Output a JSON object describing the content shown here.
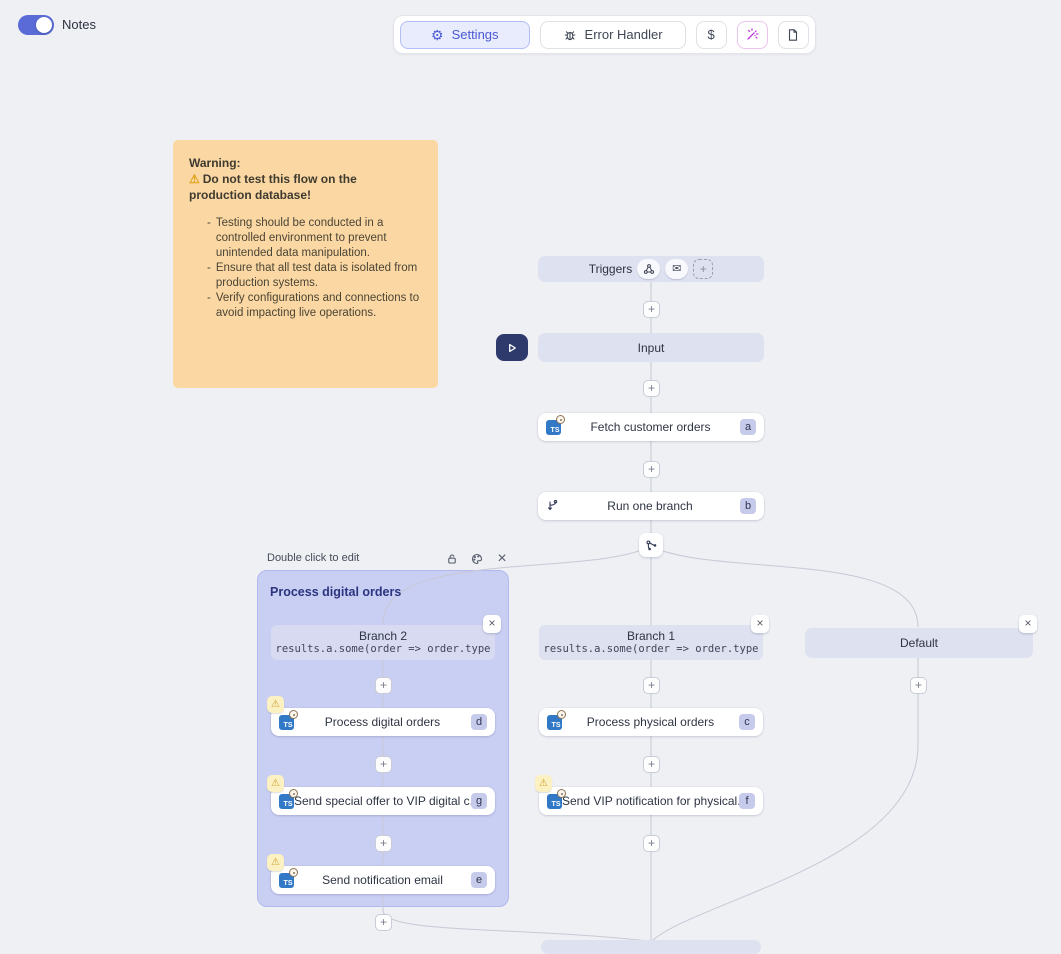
{
  "colors": {
    "accent_indigo": "#4a59d4",
    "toggle_on": "#5a6bd8",
    "node_lavender": "#dee1f0",
    "group_purple": "#c9cef3",
    "warning_bg": "#fbd8a3",
    "ts_blue": "#3178c6",
    "wand_purple": "#bd39d8",
    "wire_gray": "#c7c9d5"
  },
  "icons": {
    "plus": "+",
    "close": "×",
    "warning": "⚠",
    "gear": "⚙",
    "dollar": "$",
    "envelope": "✉",
    "ts_logo": "TS",
    "list_marker": "-"
  },
  "header": {
    "notes_label": "Notes",
    "toolbar": {
      "settings_label": "Settings",
      "error_handler_label": "Error Handler"
    }
  },
  "warning_note": {
    "title": "Warning:",
    "alert": "Do not test this flow on the production database!",
    "items": [
      "Testing should be conducted in a controlled environment to prevent unintended data manipulation.",
      "Ensure that all test data is isolated from production systems.",
      "Verify configurations and connections to avoid impacting live operations."
    ]
  },
  "flow": {
    "triggers": {
      "label": "Triggers"
    },
    "input": {
      "label": "Input"
    },
    "fetch": {
      "label": "Fetch customer orders",
      "badge": "a"
    },
    "run_branch": {
      "label": "Run one branch",
      "badge": "b"
    },
    "group": {
      "hint": "Double click to edit",
      "title": "Process digital orders"
    },
    "branch2": {
      "label": "Branch 2",
      "code": "results.a.some(order => order.type"
    },
    "branch1": {
      "label": "Branch 1",
      "code": "results.a.some(order => order.type"
    },
    "default_branch": {
      "label": "Default"
    },
    "process_digital": {
      "label": "Process digital orders",
      "badge": "d"
    },
    "send_special": {
      "label": "Send special offer to VIP digital c...",
      "badge": "g"
    },
    "send_notification": {
      "label": "Send notification email",
      "badge": "e"
    },
    "process_physical": {
      "label": "Process physical orders",
      "badge": "c"
    },
    "send_vip": {
      "label": "Send VIP notification for physical...",
      "badge": "f"
    }
  }
}
